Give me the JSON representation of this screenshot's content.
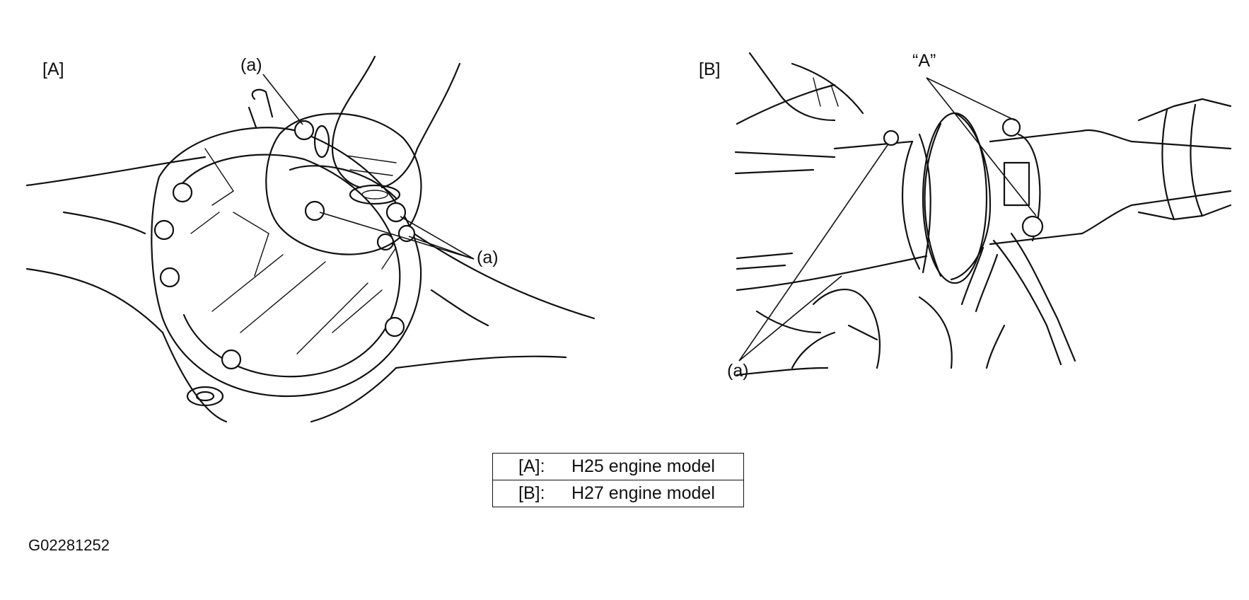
{
  "panel_a": {
    "label": "[A]",
    "callouts": {
      "bolt_top": "(a)",
      "bolts_right": "(a)"
    }
  },
  "panel_b": {
    "label": "[B]",
    "callouts": {
      "marking": "“A”",
      "bolts": "(a)"
    }
  },
  "legend": [
    {
      "key": "[A]:",
      "text": "H25 engine model"
    },
    {
      "key": "[B]:",
      "text": "H27 engine model"
    }
  ],
  "figure_code": "G02281252"
}
